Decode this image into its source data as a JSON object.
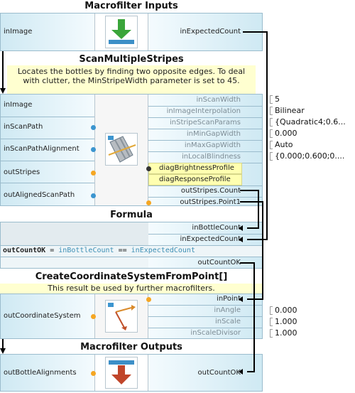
{
  "macro_inputs": {
    "title": "Macrofilter Inputs",
    "left_port": "inImage",
    "right_port": "inExpectedCount",
    "icon": "green-down-arrow-icon"
  },
  "scan": {
    "title": "ScanMultipleStripes",
    "note": "Locates the bottles by finding two opposite edges. To deal with clutter, the MinStripeWidth parameter is set to 45.",
    "inputs": [
      "inImage",
      "inScanPath",
      "inScanPathAlignment"
    ],
    "outputs": [
      "outStripes",
      "outAlignedScanPath"
    ],
    "params": [
      {
        "name": "inScanWidth",
        "value": "5"
      },
      {
        "name": "inImageInterpolation",
        "value": "Bilinear"
      },
      {
        "name": "inStripeScanParams",
        "value": "{Quadratic4;0.6..."
      },
      {
        "name": "inMinGapWidth",
        "value": "0.000"
      },
      {
        "name": "inMaxGapWidth",
        "value": "Auto"
      },
      {
        "name": "inLocalBlindness",
        "value": "{0.000;0.600;0...."
      }
    ],
    "diag": [
      "diagBrightnessProfile",
      "diagResponseProfile"
    ],
    "out_right": [
      "outStripes.Count",
      "outStripes.Point1"
    ],
    "icon": "scan-stripes-icon"
  },
  "formula": {
    "title": "Formula",
    "inputs": [
      "inBottleCount",
      "inExpectedCount"
    ],
    "expression_lhs": "outCountOK",
    "expression_eq": " = ",
    "expression_a": "inBottleCount",
    "expression_op": " == ",
    "expression_b": "inExpectedCount",
    "output": "outCountOK"
  },
  "coord": {
    "title": "CreateCoordinateSystemFromPoint[]",
    "note": "This result be used by further macrofilters.",
    "input": "inPoint",
    "params": [
      {
        "name": "inAngle",
        "value": "0.000"
      },
      {
        "name": "inScale",
        "value": "1.000"
      },
      {
        "name": "inScaleDivisor",
        "value": "1.000"
      }
    ],
    "output": "outCoordinateSystem",
    "icon": "coordinate-system-icon"
  },
  "macro_outputs": {
    "title": "Macrofilter Outputs",
    "left_port": "outBottleAlignments",
    "right_port": "outCountOK",
    "icon": "red-down-arrow-icon"
  },
  "colors": {
    "port_bg": "#cfe9f3",
    "border": "#9bbccd",
    "note_bg": "#ffffd0",
    "diag_bg": "#ffffb0",
    "formula_var": "#3d8fb5"
  }
}
